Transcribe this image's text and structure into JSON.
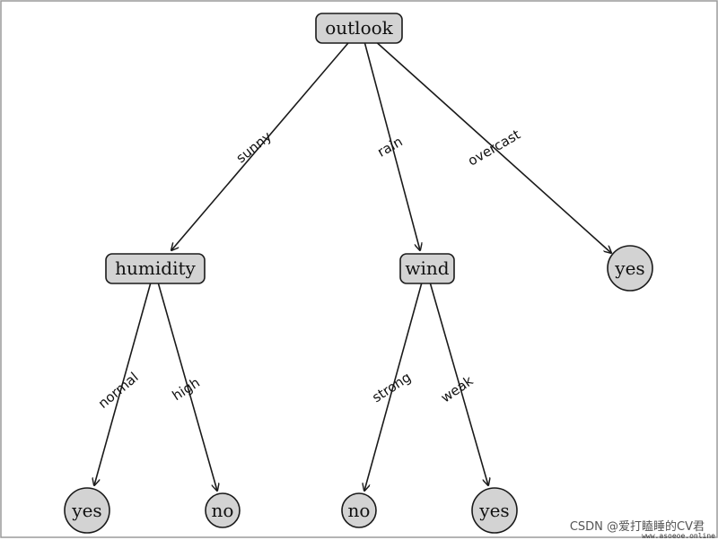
{
  "tree": {
    "nodes": {
      "outlook": "outlook",
      "humidity": "humidity",
      "wind": "wind",
      "overcast_leaf": "yes",
      "normal_leaf": "yes",
      "high_leaf": "no",
      "strong_leaf": "no",
      "weak_leaf": "yes"
    },
    "edges": {
      "sunny": "sunny",
      "rain": "rain",
      "overcast": "overcast",
      "normal": "normal",
      "high": "high",
      "strong": "strong",
      "weak": "weak"
    }
  },
  "watermark": {
    "csdn": "CSDN @爱打瞌睡的CV君",
    "site": "www.asoeoe.online"
  },
  "colors": {
    "node_fill": "#d3d3d3",
    "stroke": "#1a1a1a"
  }
}
